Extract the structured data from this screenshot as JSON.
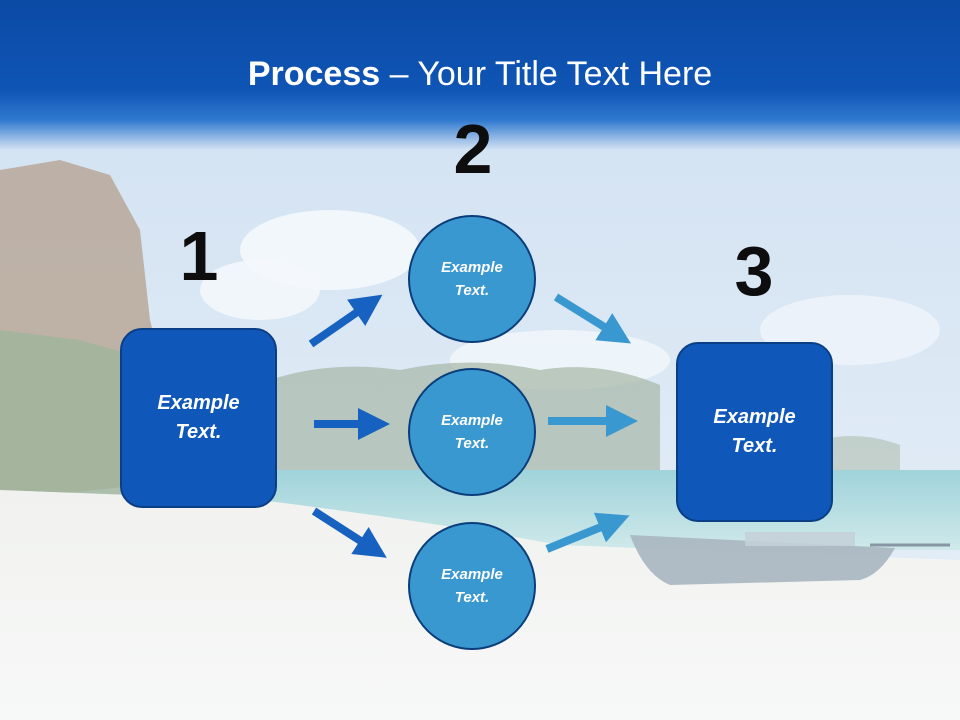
{
  "title": {
    "bold": "Process",
    "rest": " – Your Title Text Here"
  },
  "colors": {
    "title_bar": "#0f55b5",
    "box_fill": "#1057ba",
    "circle_fill": "#3a98d0",
    "arrow_left": "#1762c1",
    "arrow_right": "#3a98d0",
    "number_color": "#0d0d0d"
  },
  "steps": [
    {
      "number": "1",
      "box_text": "Example\nText."
    },
    {
      "number": "2"
    },
    {
      "number": "3",
      "box_text": "Example\nText."
    }
  ],
  "circles": [
    {
      "text": "Example\nText."
    },
    {
      "text": "Example\nText."
    },
    {
      "text": "Example\nText."
    }
  ]
}
